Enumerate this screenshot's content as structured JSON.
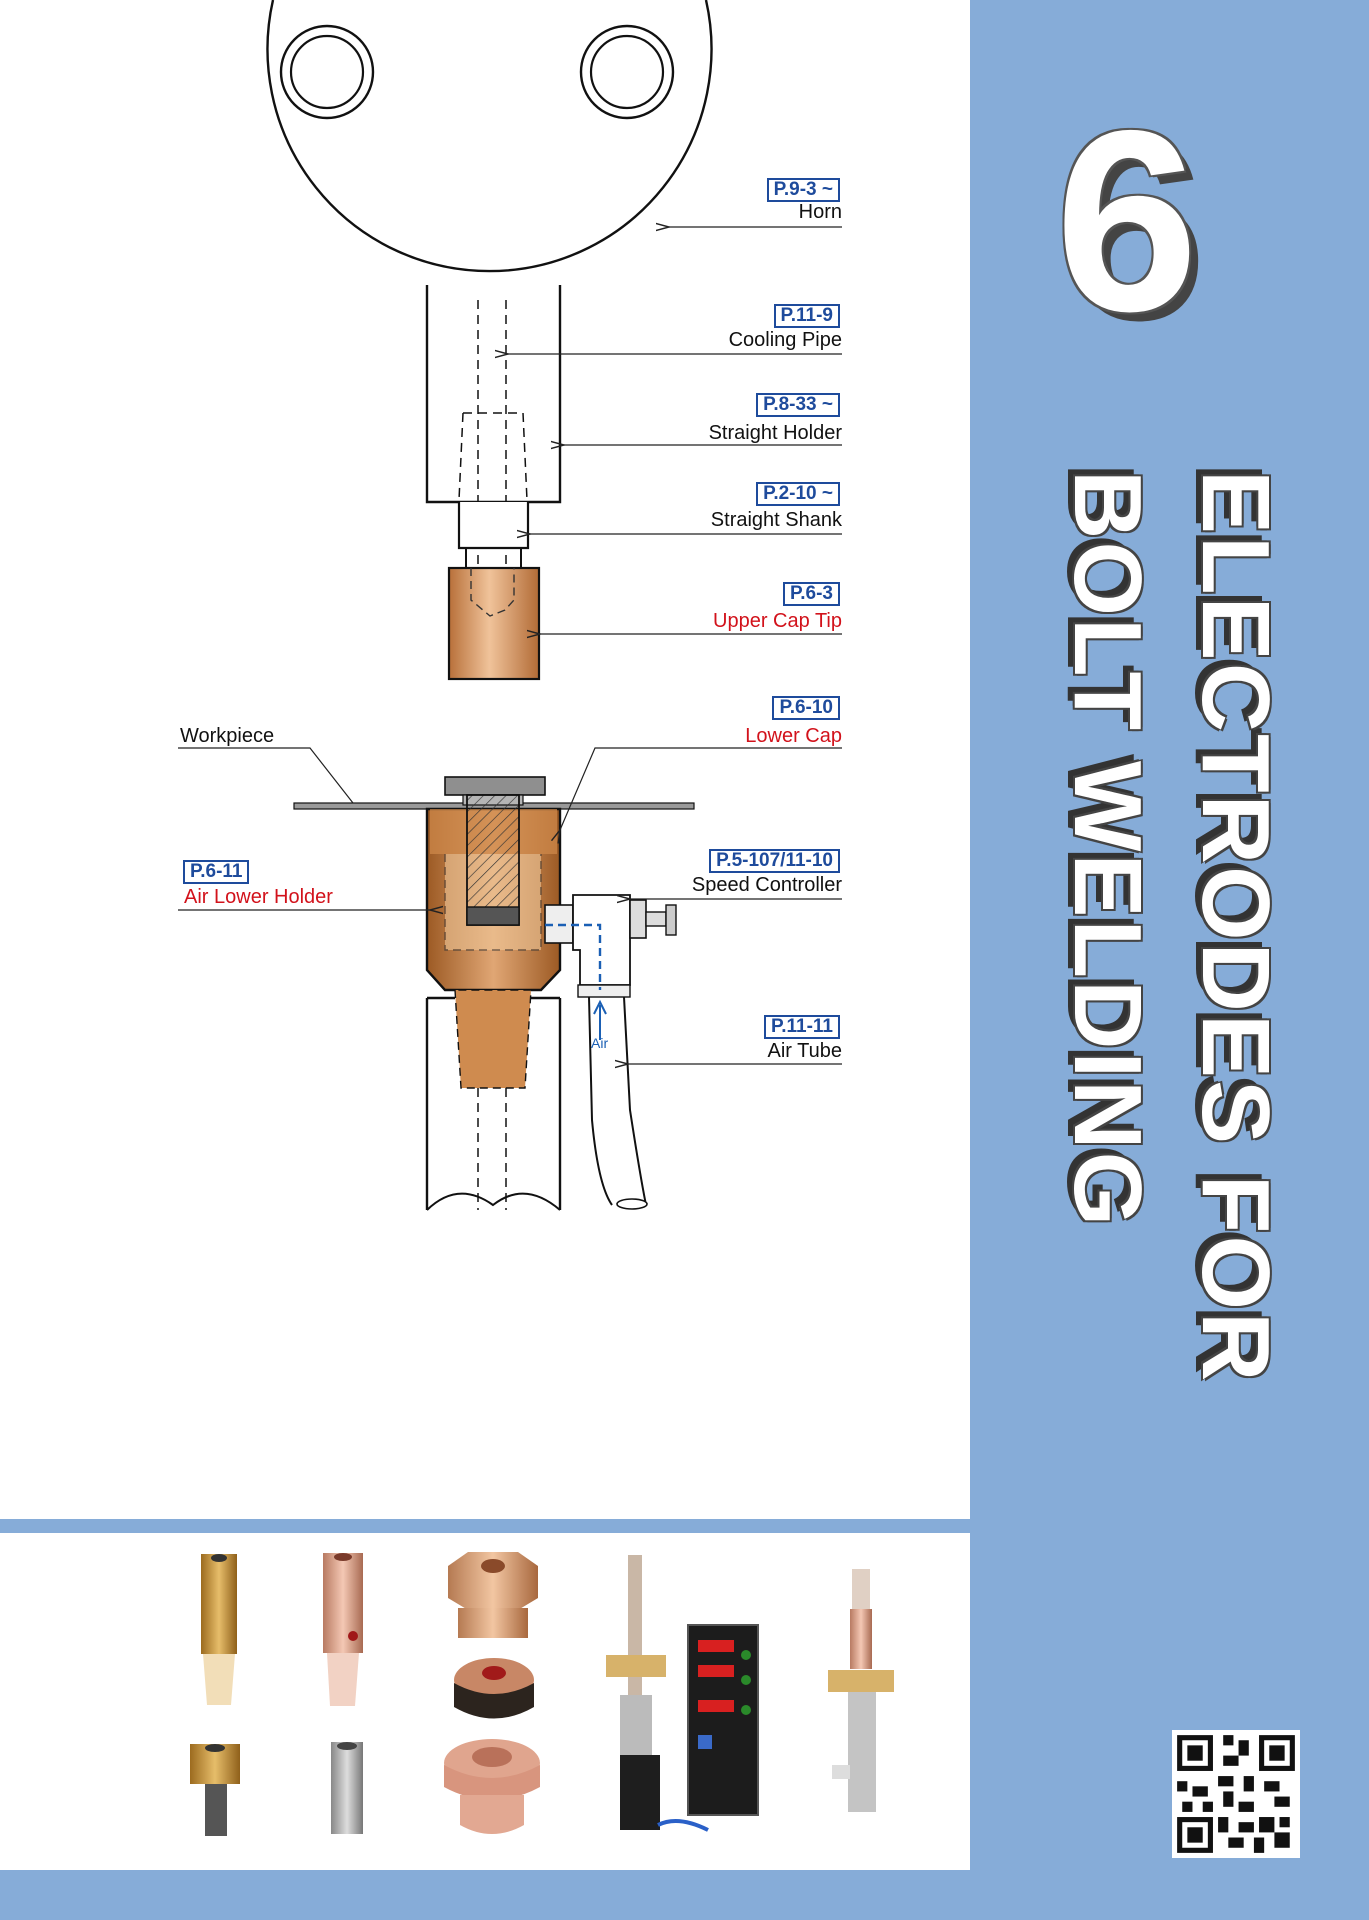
{
  "chapter": {
    "number": "6",
    "title_line1": "ELECTRODES FOR",
    "title_line2": "BOLT WELDING"
  },
  "callouts": [
    {
      "ref": "P.9-3 ~",
      "label": "Horn",
      "red": false
    },
    {
      "ref": "P.11-9",
      "label": "Cooling Pipe",
      "red": false
    },
    {
      "ref": "P.8-33 ~",
      "label": "Straight Holder",
      "red": false
    },
    {
      "ref": "P.2-10 ~",
      "label": "Straight Shank",
      "red": false
    },
    {
      "ref": "P.6-3",
      "label": "Upper Cap Tip",
      "red": true
    },
    {
      "ref": "P.6-10",
      "label": "Lower Cap",
      "red": true
    },
    {
      "ref": "P.5-107/11-10",
      "label": "Speed Controller",
      "red": false
    },
    {
      "ref": "P.11-11",
      "label": "Air Tube",
      "red": false
    },
    {
      "ref": "P.6-11",
      "label": "Air Lower Holder",
      "red": true
    }
  ],
  "workpiece_label": "Workpiece",
  "air_label": "Air",
  "colors": {
    "accent_blue": "#86acd8",
    "ref_blue": "#1e4b9c",
    "label_red": "#d2121b",
    "copper": "#c8874f"
  }
}
